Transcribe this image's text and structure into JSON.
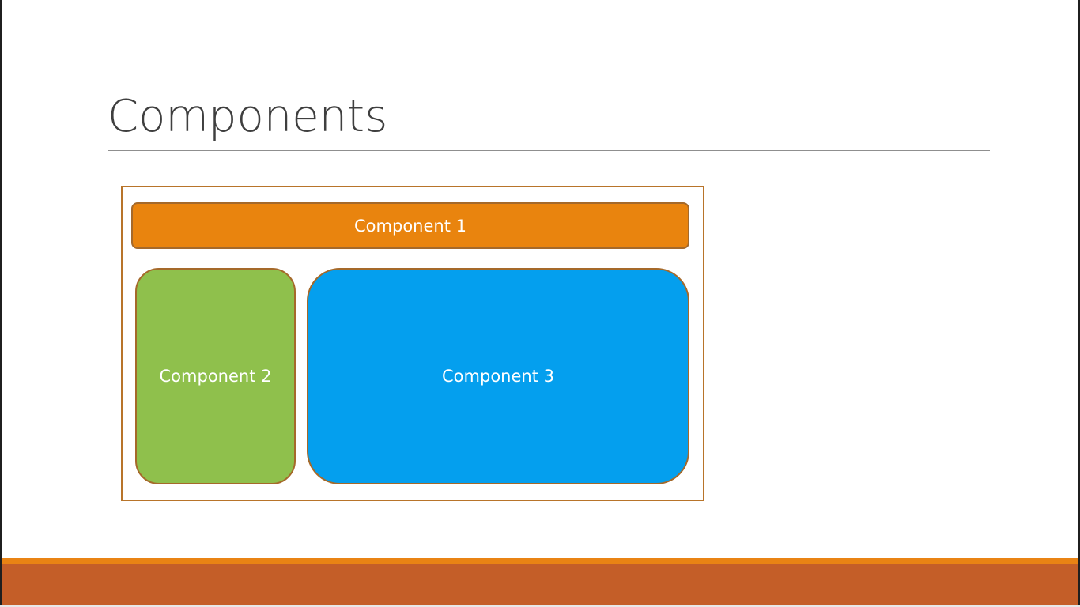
{
  "slide": {
    "title": "Components"
  },
  "components": [
    {
      "label": "Component 1",
      "color": "#e9840e"
    },
    {
      "label": "Component 2",
      "color": "#8fc04c"
    },
    {
      "label": "Component 3",
      "color": "#049fee"
    }
  ],
  "colors": {
    "frame_border": "#b8742a",
    "component_border": "#a5692a",
    "footer_stripe": "#e98314",
    "footer_band": "#c45e28",
    "title_text": "#3f3f3f"
  }
}
